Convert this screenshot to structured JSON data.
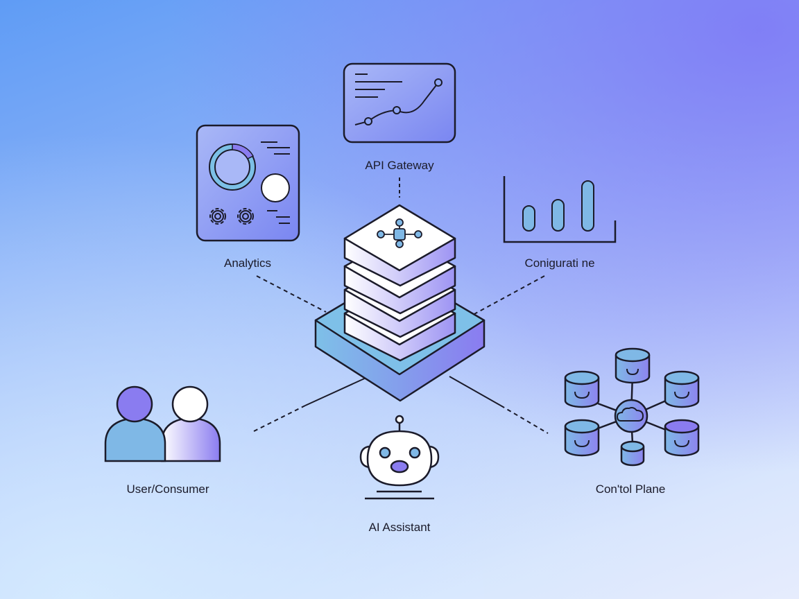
{
  "nodes": {
    "api_gateway": {
      "label": "API Gateway"
    },
    "analytics": {
      "label": "Analytics"
    },
    "configuration": {
      "label": "Conigurati ne"
    },
    "user_consumer": {
      "label": "User/Consumer"
    },
    "ai_assistant": {
      "label": "AI Assistant"
    },
    "control_plane": {
      "label": "Con'tol Plane"
    }
  },
  "colors": {
    "outline": "#1b1b2a",
    "accent_purple": "#8a7cf0",
    "accent_blue": "#7fb8e6",
    "panel_fill": "#8a95f4",
    "white": "#ffffff"
  }
}
